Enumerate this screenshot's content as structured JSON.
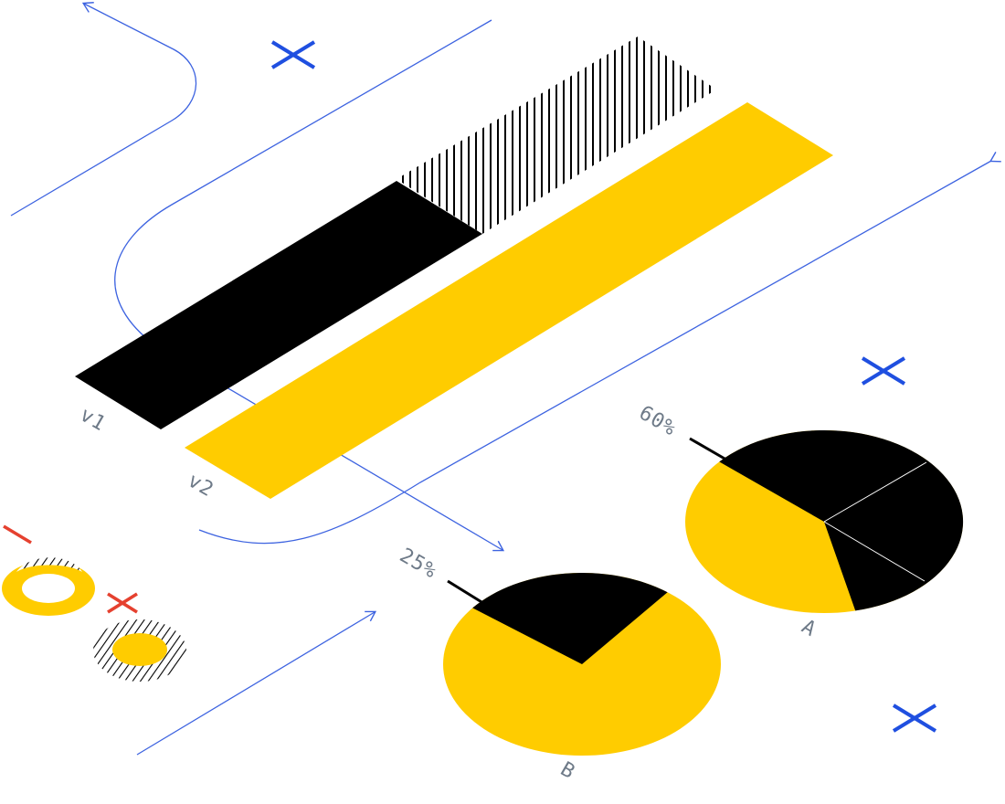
{
  "colors": {
    "yellow": "#ffcc00",
    "black": "#000000",
    "blue": "#1f4fe0",
    "guide_blue": "#3d63e0",
    "red": "#e5412f",
    "label_gray": "#6e7a88"
  },
  "bars": [
    {
      "label": "v1",
      "color": "black",
      "hatched_remainder": true
    },
    {
      "label": "v2",
      "color": "yellow",
      "hatched_remainder": false
    }
  ],
  "pies": [
    {
      "label": "A",
      "callout": "60%",
      "value": 0.6
    },
    {
      "label": "B",
      "callout": "25%",
      "value": 0.25
    }
  ],
  "icons": [
    "cross-mark-icon",
    "ring-icon",
    "hatched-circle-icon",
    "arrow-icon"
  ]
}
